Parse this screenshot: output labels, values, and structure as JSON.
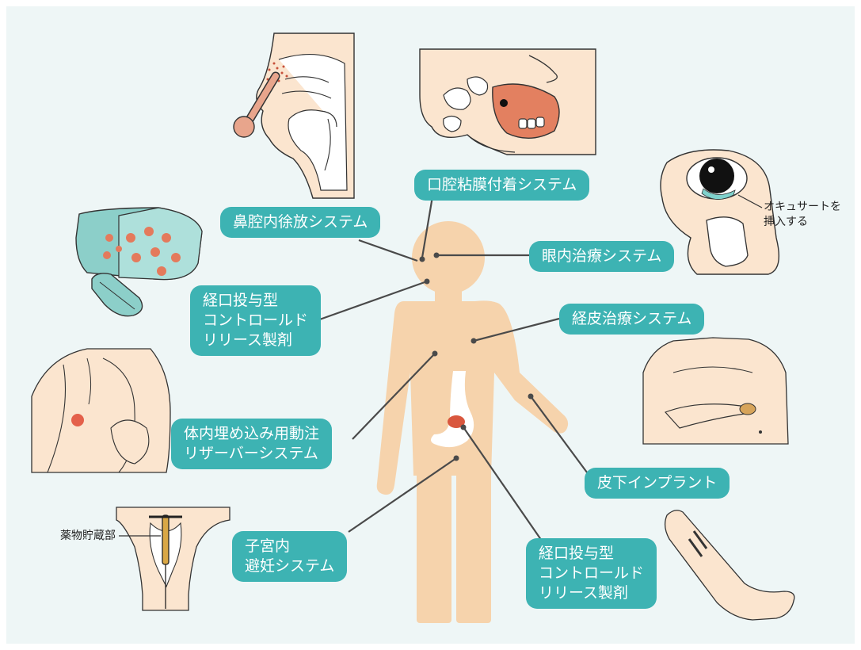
{
  "diagram": {
    "labels": {
      "oral_mucosal": "口腔粘膜付着システム",
      "nasal": "鼻腔内徐放システム",
      "ocular": "眼内治療システム",
      "oral_cr_upper": "経口投与型\nコントロールド\nリリース製剤",
      "transdermal": "経皮治療システム",
      "implant_infusion": "体内埋め込み用動注\nリザーバーシステム",
      "subcutaneous": "皮下インプラント",
      "iud": "子宮内\n避妊システム",
      "oral_cr_lower": "経口投与型\nコントロールド\nリリース製剤"
    },
    "notes": {
      "ocusert": "オキュサートを\n挿入する",
      "drug_reservoir": "薬物貯蔵部"
    }
  },
  "colors": {
    "background": "#eef6f6",
    "label_fill": "#3db3b3",
    "label_text": "#ffffff",
    "body": "#f6d3ac",
    "skin": "#fbe5cf",
    "stomach_spot": "#d9573e",
    "pill": "#8ccfc9",
    "dot": "#e47a5c",
    "leader": "#4a4a4a"
  }
}
